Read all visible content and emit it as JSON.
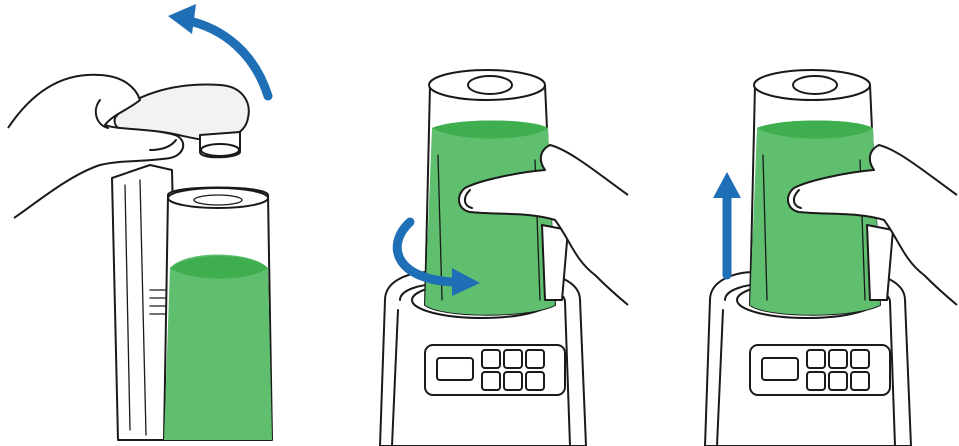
{
  "colors": {
    "liquid": "#5fbf6e",
    "liquid_dark": "#3fae4f",
    "arrow": "#1f6fb7",
    "outline": "#1a1a1a"
  },
  "panels": [
    {
      "name": "step-attach-lid",
      "arrow": "curved-up-arrow",
      "icons": [
        "hand-icon",
        "lid-lever-icon",
        "cup-icon"
      ]
    },
    {
      "name": "step-twist-cup",
      "arrow": "curved-rotate-arrow",
      "icons": [
        "hand-icon",
        "cup-icon",
        "blender-base-icon"
      ]
    },
    {
      "name": "step-lift-cup",
      "arrow": "straight-up-arrow",
      "icons": [
        "hand-icon",
        "cup-icon",
        "blender-base-icon"
      ]
    }
  ]
}
